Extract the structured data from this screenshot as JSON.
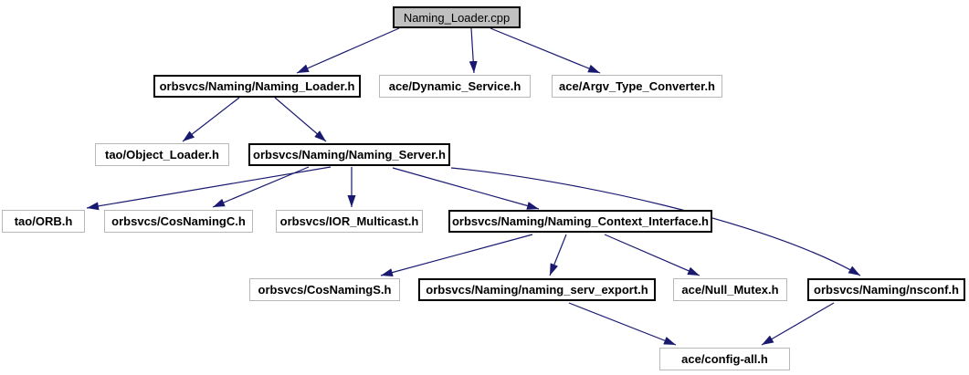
{
  "diagram": {
    "title": "Naming_Loader.cpp include dependency graph",
    "type": "include-dependency-graph"
  },
  "colors": {
    "edge": "#191970",
    "root_fill": "#c0c0c0",
    "linked_node_border": "#000000",
    "plain_node_border": "#b8b8b8",
    "node_fill": "#ffffff",
    "text": "#000000",
    "background": "#ffffff"
  },
  "nodes": [
    {
      "id": "naming_loader_cpp",
      "label": "Naming_Loader.cpp",
      "type": "root"
    },
    {
      "id": "naming_loader_h",
      "label": "orbsvcs/Naming/Naming_Loader.h",
      "type": "linked"
    },
    {
      "id": "dynamic_service_h",
      "label": "ace/Dynamic_Service.h",
      "type": "plain"
    },
    {
      "id": "argv_type_converter_h",
      "label": "ace/Argv_Type_Converter.h",
      "type": "plain"
    },
    {
      "id": "object_loader_h",
      "label": "tao/Object_Loader.h",
      "type": "plain"
    },
    {
      "id": "naming_server_h",
      "label": "orbsvcs/Naming/Naming_Server.h",
      "type": "linked"
    },
    {
      "id": "orb_h",
      "label": "tao/ORB.h",
      "type": "plain"
    },
    {
      "id": "cosnamingc_h",
      "label": "orbsvcs/CosNamingC.h",
      "type": "plain"
    },
    {
      "id": "ior_multicast_h",
      "label": "orbsvcs/IOR_Multicast.h",
      "type": "plain"
    },
    {
      "id": "naming_context_interface_h",
      "label": "orbsvcs/Naming/Naming_Context_Interface.h",
      "type": "linked"
    },
    {
      "id": "cosnamings_h",
      "label": "orbsvcs/CosNamingS.h",
      "type": "plain"
    },
    {
      "id": "naming_serv_export_h",
      "label": "orbsvcs/Naming/naming_serv_export.h",
      "type": "linked"
    },
    {
      "id": "null_mutex_h",
      "label": "ace/Null_Mutex.h",
      "type": "plain"
    },
    {
      "id": "nsconf_h",
      "label": "orbsvcs/Naming/nsconf.h",
      "type": "linked"
    },
    {
      "id": "config_all_h",
      "label": "ace/config-all.h",
      "type": "plain"
    }
  ],
  "edges": [
    {
      "from": "naming_loader_cpp",
      "to": "naming_loader_h"
    },
    {
      "from": "naming_loader_cpp",
      "to": "dynamic_service_h"
    },
    {
      "from": "naming_loader_cpp",
      "to": "argv_type_converter_h"
    },
    {
      "from": "naming_loader_h",
      "to": "object_loader_h"
    },
    {
      "from": "naming_loader_h",
      "to": "naming_server_h"
    },
    {
      "from": "naming_server_h",
      "to": "orb_h"
    },
    {
      "from": "naming_server_h",
      "to": "cosnamingc_h"
    },
    {
      "from": "naming_server_h",
      "to": "ior_multicast_h"
    },
    {
      "from": "naming_server_h",
      "to": "naming_context_interface_h"
    },
    {
      "from": "naming_server_h",
      "to": "nsconf_h"
    },
    {
      "from": "naming_context_interface_h",
      "to": "cosnamings_h"
    },
    {
      "from": "naming_context_interface_h",
      "to": "naming_serv_export_h"
    },
    {
      "from": "naming_context_interface_h",
      "to": "null_mutex_h"
    },
    {
      "from": "naming_serv_export_h",
      "to": "config_all_h"
    },
    {
      "from": "nsconf_h",
      "to": "config_all_h"
    }
  ]
}
